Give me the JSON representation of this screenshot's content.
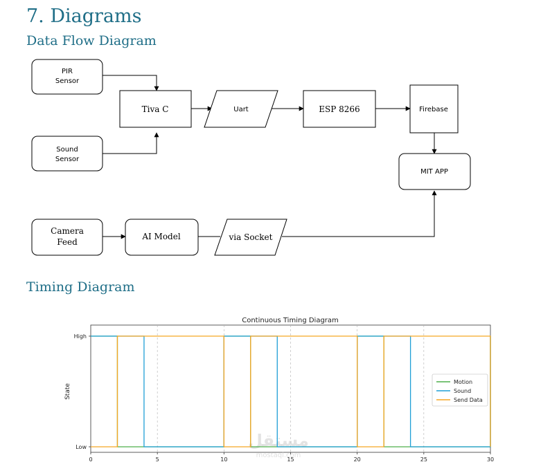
{
  "section_title": "7. Diagrams",
  "data_flow": {
    "title": "Data Flow Diagram",
    "nodes": {
      "pir": [
        "PIR",
        "Sensor"
      ],
      "sound": [
        "Sound",
        "Sensor"
      ],
      "tiva": "Tiva C",
      "uart": "Uart",
      "esp": "ESP 8266",
      "firebase": "Firebase",
      "mitapp": "MIT APP",
      "camera": [
        "Camera",
        "Feed"
      ],
      "aimodel": "AI Model",
      "socket": "via Socket"
    }
  },
  "timing": {
    "title": "Timing Diagram",
    "watermark": "مستقل",
    "watermark_sub": "mostaql.com"
  },
  "chart_data": {
    "type": "line",
    "title": "Continuous Timing Diagram",
    "xlabel": "",
    "ylabel": "State",
    "xlim": [
      0,
      30
    ],
    "ylim": [
      0,
      1
    ],
    "xticks": [
      0,
      5,
      10,
      15,
      20,
      25,
      30
    ],
    "yticks": [
      {
        "value": 0,
        "label": "Low"
      },
      {
        "value": 1,
        "label": "High"
      }
    ],
    "grid": "vertical dashed",
    "legend_position": "right",
    "series": [
      {
        "name": "Motion",
        "color": "#4daf4a",
        "x": [
          0,
          2,
          10,
          12,
          20,
          22,
          30
        ],
        "y": [
          1,
          0,
          1,
          0,
          1,
          0,
          1
        ]
      },
      {
        "name": "Sound",
        "color": "#1f9fd6",
        "x": [
          0,
          4,
          10,
          14,
          20,
          24,
          30
        ],
        "y": [
          1,
          0,
          1,
          0,
          1,
          0,
          1
        ]
      },
      {
        "name": "Send Data",
        "color": "#f5a623",
        "x": [
          0,
          2,
          10,
          12,
          20,
          22,
          30
        ],
        "y": [
          0,
          1,
          0,
          1,
          0,
          1,
          0
        ]
      }
    ]
  }
}
